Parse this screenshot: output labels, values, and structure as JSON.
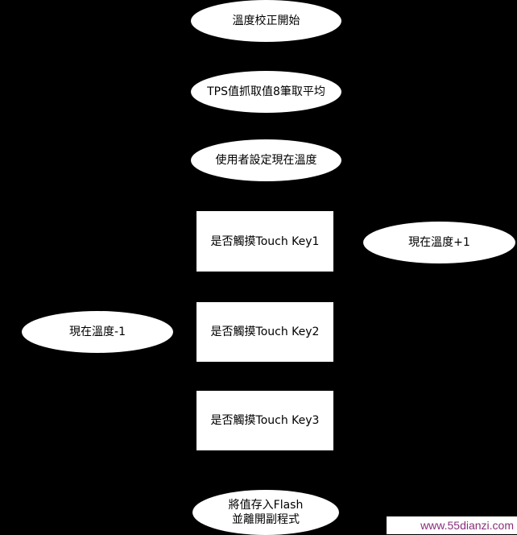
{
  "diagram": {
    "nodes": {
      "start": "溫度校正開始",
      "tps_sample": "TPS值抓取值8筆取平均",
      "user_set": "使用者設定現在溫度",
      "touch_key1": "是否觸摸Touch Key1",
      "temp_plus": "現在溫度+1",
      "touch_key2": "是否觸摸Touch Key2",
      "temp_minus": "現在溫度-1",
      "touch_key3": "是否觸摸Touch Key3",
      "save_exit": "將值存入Flash\n並離開副程式"
    }
  },
  "watermark": {
    "text": "www.55dianzi.com"
  },
  "colors": {
    "background": "#000000",
    "node_fill": "#ffffff",
    "watermark": "#8a2f7a"
  }
}
